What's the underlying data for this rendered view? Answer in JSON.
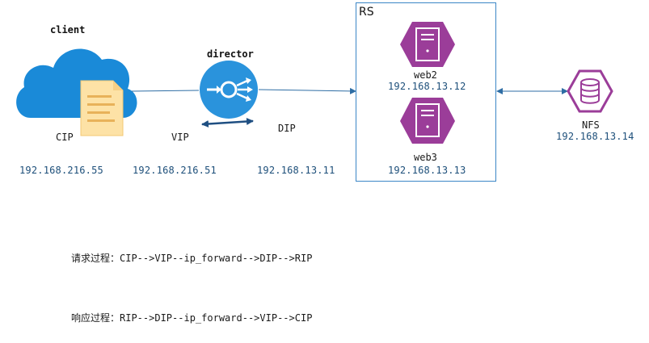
{
  "client": {
    "title": "client",
    "cip_label": "CIP",
    "cip_value": "192.168.216.55"
  },
  "director": {
    "title": "director",
    "vip_label": "VIP",
    "vip_value": "192.168.216.51",
    "dip_label": "DIP",
    "dip_value": "192.168.13.11"
  },
  "rs": {
    "title": "RS",
    "servers": [
      {
        "name": "web2",
        "ip": "192.168.13.12"
      },
      {
        "name": "web3",
        "ip": "192.168.13.13"
      }
    ]
  },
  "nfs": {
    "name": "NFS",
    "ip": "192.168.13.14"
  },
  "notes": {
    "request": "请求过程：CIP-->VIP--ip_forward-->DIP-->RIP",
    "response": "响应过程：RIP-->DIP--ip_forward-->VIP-->CIP"
  },
  "colors": {
    "cloud": "#1a8ad8",
    "director": "#2a93dc",
    "server": "#9b3d99",
    "line": "#2e6da4"
  }
}
